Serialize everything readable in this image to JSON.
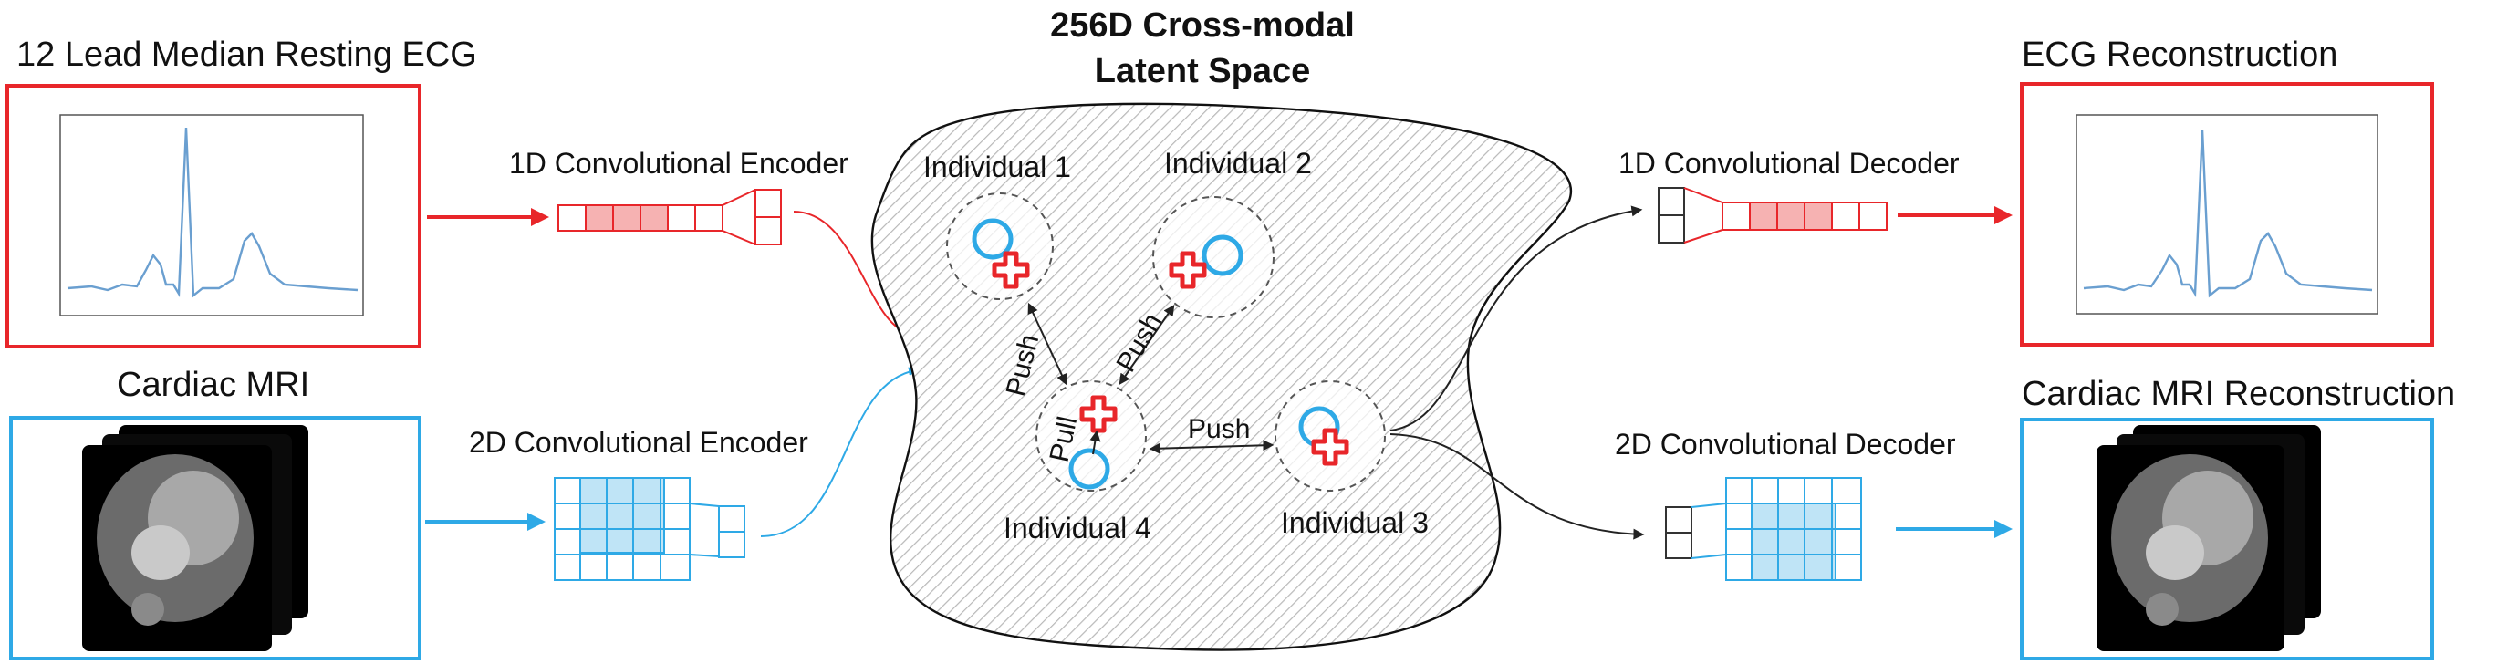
{
  "latent_space": {
    "title_line1": "256D Cross-modal",
    "title_line2": "Latent Space"
  },
  "inputs": {
    "ecg_title": "12 Lead Median Resting ECG",
    "mri_title": "Cardiac MRI"
  },
  "encoders": {
    "ecg": "1D Convolutional Encoder",
    "mri": "2D Convolutional Encoder"
  },
  "decoders": {
    "ecg": "1D Convolutional Decoder",
    "mri": "2D Convolutional Decoder"
  },
  "outputs": {
    "ecg_title": "ECG Reconstruction",
    "mri_title": "Cardiac MRI Reconstruction"
  },
  "individuals": {
    "i1": "Individual 1",
    "i2": "Individual 2",
    "i3": "Individual 3",
    "i4": "Individual 4"
  },
  "relations": {
    "push": "Push",
    "pull": "Pull"
  },
  "colors": {
    "ecg_red": "#e8262a",
    "mri_blue": "#2ea9e6",
    "ecg_fill": "#f6b2b2",
    "mri_fill": "#bfe4f6",
    "line_dark": "#333333",
    "ecg_trace": "#6a9fd0"
  }
}
